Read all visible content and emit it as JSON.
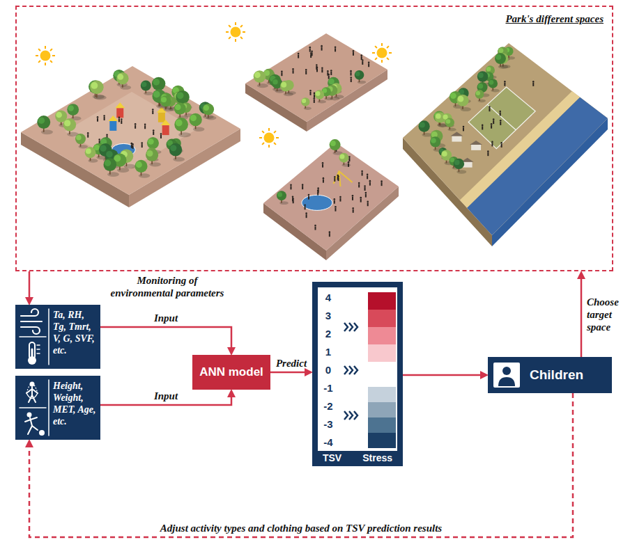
{
  "diagram": {
    "nodes": [
      {
        "text": [
          "Park's different spaces"
        ]
      },
      {
        "text": [
          "Ta, RH, Tg, Tmrt, V, G, SVF, etc."
        ]
      },
      {
        "text": [
          "Height, Weight, MET, Age, etc."
        ]
      },
      {
        "text": [
          "ANN model"
        ]
      },
      {
        "text": [
          "TSV",
          "Stress"
        ]
      },
      {
        "text": [
          "Children"
        ]
      }
    ],
    "edges": [
      {
        "from": 0,
        "to": 1,
        "arrow": "to",
        "label": "Monitoring of environmental parameters"
      },
      {
        "from": 1,
        "to": 3,
        "arrow": "to",
        "label": "Input"
      },
      {
        "from": 2,
        "to": 3,
        "arrow": "to",
        "label": "Input"
      },
      {
        "from": 3,
        "to": 4,
        "arrow": "to",
        "label": "Predict"
      },
      {
        "from": 4,
        "to": 5,
        "arrow": "to"
      },
      {
        "from": 5,
        "to": 0,
        "arrow": "to",
        "label": "Choose target space"
      },
      {
        "from": 5,
        "to": 2,
        "arrow": "to",
        "label": "Adjust activity types and clothing based on TSV prediction results"
      }
    ],
    "labels": [
      "4",
      "3",
      "2",
      "1",
      "0",
      "-1",
      "-2",
      "-3",
      "-4"
    ]
  }
}
